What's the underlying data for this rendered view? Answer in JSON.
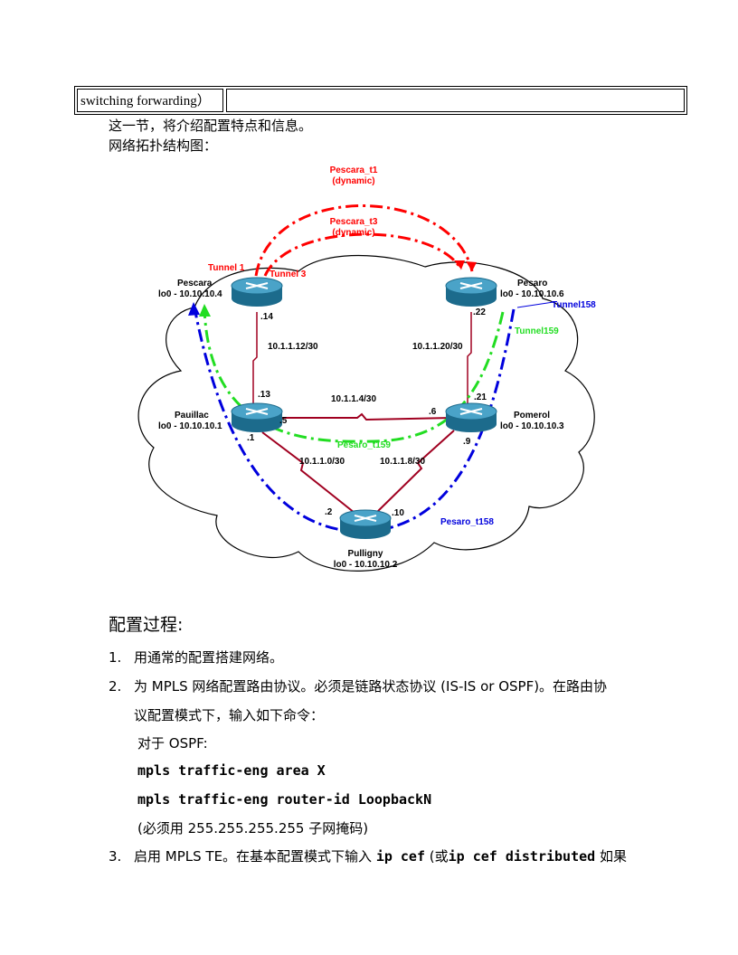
{
  "table": {
    "cell1": "switching forwarding）",
    "cell2": ""
  },
  "intro": "这一节，将介绍配置特点和信息。",
  "topo_title": "网络拓扑结构图：",
  "diagram": {
    "tunnels": {
      "t1_name": "Pescara_t1",
      "t1_mode": "(dynamic)",
      "t3_name": "Pescara_t3",
      "t3_mode": "(dynamic)",
      "tunnel1": "Tunnel 1",
      "tunnel3": "Tunnel 3",
      "tunnel158": "Tunnel158",
      "tunnel159": "Tunnel159",
      "pesaro_t159": "Pesaro_t159",
      "pesaro_t158": "Pesaro_t158"
    },
    "routers": {
      "pescara": {
        "name": "Pescara",
        "lo": "lo0 - 10.10.10.4"
      },
      "pesaro": {
        "name": "Pesaro",
        "lo": "lo0 - 10.10.10.6"
      },
      "pauillac": {
        "name": "Pauillac",
        "lo": "lo0 - 10.10.10.1"
      },
      "pomerol": {
        "name": "Pomerol",
        "lo": "lo0 - 10.10.10.3"
      },
      "pulligny": {
        "name": "Pulligny",
        "lo": "lo0 - 10.10.10.2"
      }
    },
    "links": {
      "l12": "10.1.1.12/30",
      "l20": "10.1.1.20/30",
      "l4": "10.1.1.4/30",
      "l0": "10.1.1.0/30",
      "l8": "10.1.1.8/30"
    },
    "ifaces": {
      "d14": ".14",
      "d13": ".13",
      "d22": ".22",
      "d21": ".21",
      "d5": ".5",
      "d6": ".6",
      "d1": ".1",
      "d9": ".9",
      "d2": ".2",
      "d10": ".10"
    }
  },
  "section_title": "配置过程:",
  "steps": [
    {
      "num": "1.",
      "text": "用通常的配置搭建网络。"
    },
    {
      "num": "2.",
      "text": "为 MPLS 网络配置路由协议。必须是链路状态协议 (IS-IS or OSPF)。在路由协",
      "cont": "议配置模式下，输入如下命令："
    },
    {
      "num": "3.",
      "pre": "启用  MPLS TE。在基本配置模式下输入 ",
      "code1": "ip cef",
      "mid": " (或",
      "code2": "ip cef distributed",
      "post": " 如果"
    }
  ],
  "ospf_label": "对于 OSPF:",
  "cmd1": "mpls traffic-eng area X",
  "cmd2": "mpls traffic-eng router-id LoopbackN",
  "mask_note": "(必须用  255.255.255.255 子网掩码)",
  "colors": {
    "red": "#ff0000",
    "blue": "#0000dd",
    "green": "#00dd00",
    "link": "#a00020",
    "router": "#1c6b8c"
  }
}
